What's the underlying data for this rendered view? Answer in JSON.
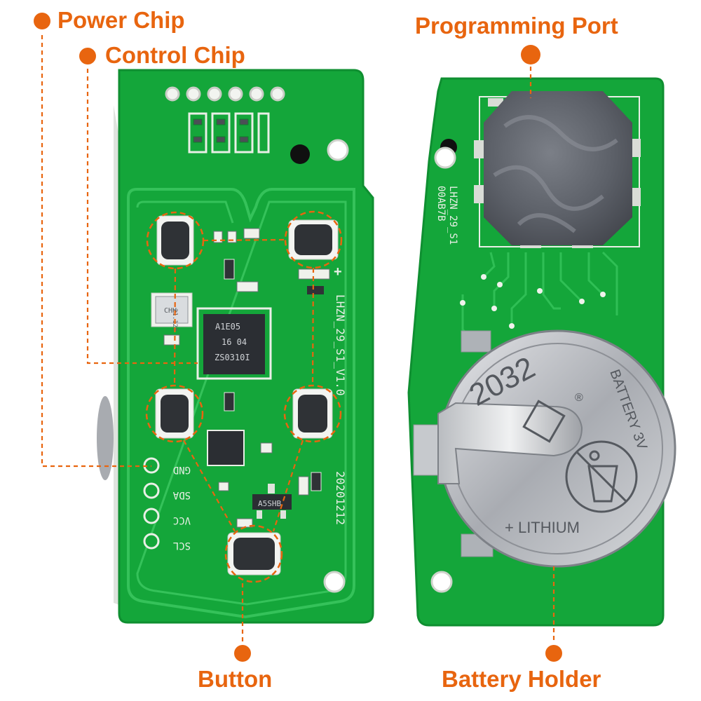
{
  "theme": {
    "accent": "#e8650f",
    "pcb_green": "#14a63a",
    "pcb_dark": "#0e8a2e",
    "trace_green": "#35c25a",
    "silkscreen": "#e9efe6"
  },
  "callouts": {
    "power_chip": "Power Chip",
    "control_chip": "Control Chip",
    "programming_port": "Programming Port",
    "button": "Button",
    "battery_holder": "Battery Holder"
  },
  "board_front": {
    "model": "LHZN_29_S1_V1.0",
    "date": "20201212",
    "control_chip_marking": [
      "A1E05",
      "16 04",
      "ZS0310I"
    ],
    "power_chip_marking": "A5SHB",
    "crystal_marking": [
      "CHH",
      "21.120"
    ],
    "pins": [
      "GND",
      "SDA",
      "VCC",
      "SCL"
    ],
    "plus_mark": "+"
  },
  "board_back": {
    "model": "LHZN_29_S1",
    "code": "00AB7B"
  },
  "battery": {
    "model": "2032",
    "rating": "BATTERY 3V",
    "chemistry": "+ LITHIUM",
    "registered": "®"
  }
}
